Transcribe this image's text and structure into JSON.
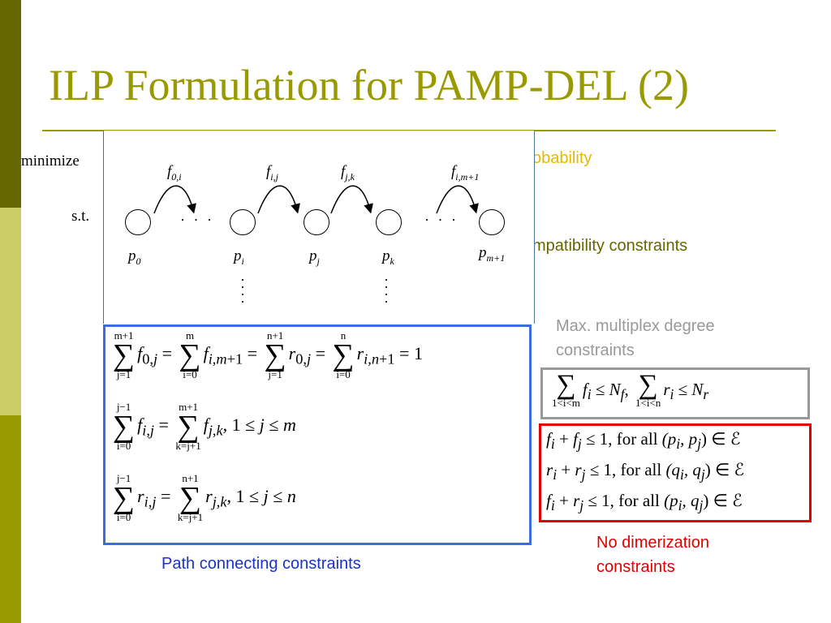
{
  "slide": {
    "title": "ILP Formulation for PAMP-DEL (2)",
    "left_labels": {
      "minimize": "minimize",
      "st": "s.t."
    },
    "behind_text": {
      "probability": "obability",
      "compatibility": "mpatibility constraints"
    },
    "diagram": {
      "flows": {
        "f0i": "f",
        "f0i_sub": "0,i",
        "fij": "f",
        "fij_sub": "i,j",
        "fjk": "f",
        "fjk_sub": "j,k",
        "fim1": "f",
        "fim1_sub": "i,m+1"
      },
      "nodes": {
        "p0": "p",
        "p0_sub": "0",
        "pi": "p",
        "pi_sub": "i",
        "pj": "p",
        "pj_sub": "j",
        "pk": "p",
        "pk_sub": "k",
        "pm1": "p",
        "pm1_sub": "m+1"
      },
      "ellipsis": "· · ·"
    },
    "path_constraints_label": "Path connecting constraints",
    "multiplex_label_line1": "Max. multiplex degree",
    "multiplex_label_line2": "constraints",
    "dimerization_label_line1": "No dimerization",
    "dimerization_label_line2": "constraints",
    "dimerization_rows": [
      {
        "lhs_a": "f",
        "lhs_a_sub": "i",
        "lhs_b": "f",
        "lhs_b_sub": "j",
        "pair": "(p",
        "pair_a_sub": "i",
        "pair_mid": ", p",
        "pair_b_sub": "j"
      },
      {
        "lhs_a": "r",
        "lhs_a_sub": "i",
        "lhs_b": "r",
        "lhs_b_sub": "j",
        "pair": "(q",
        "pair_a_sub": "i",
        "pair_mid": ", q",
        "pair_b_sub": "j"
      },
      {
        "lhs_a": "f",
        "lhs_a_sub": "i",
        "lhs_b": "r",
        "lhs_b_sub": "j",
        "pair": "(p",
        "pair_a_sub": "i",
        "pair_mid": ", q",
        "pair_b_sub": "j"
      }
    ],
    "dimerization_common": {
      "le": " ≤ 1,  for all ",
      "in": ") ∈ ℰ",
      "plus": " + "
    },
    "colors": {
      "title": "#999900",
      "path_box": "#3a6ee0",
      "dimer_box": "#e00000",
      "mux_box": "#999999",
      "sidebar_dark": "#666600",
      "sidebar_mid": "#999900",
      "sidebar_light": "#cccc66"
    }
  }
}
